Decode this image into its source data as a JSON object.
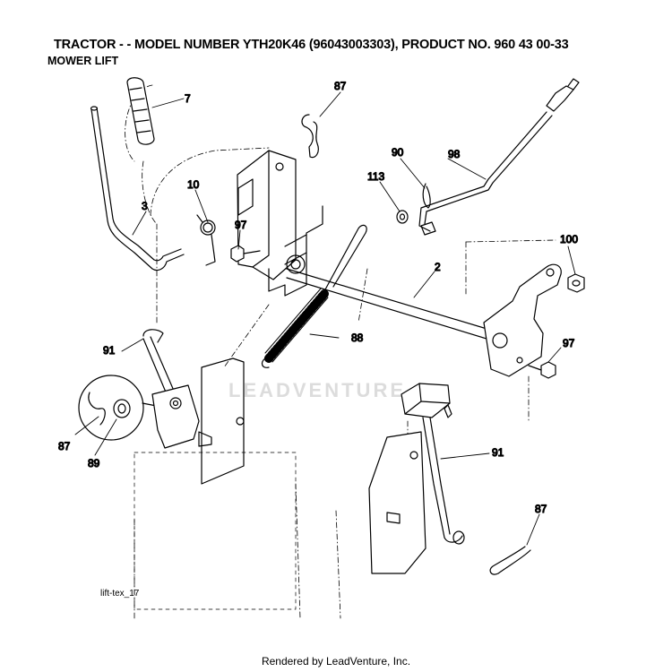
{
  "header": {
    "title": "TRACTOR - - MODEL NUMBER YTH20K46 (96043003303), PRODUCT NO. 960 43 00-33",
    "subtitle": "MOWER LIFT"
  },
  "watermark": "LEADVENTURE",
  "drawing_id": "lift-tex_17",
  "footer": "Rendered by LeadVenture, Inc.",
  "callouts": [
    {
      "id": "c-7",
      "label": "7"
    },
    {
      "id": "c-87a",
      "label": "87"
    },
    {
      "id": "c-10",
      "label": "10"
    },
    {
      "id": "c-3",
      "label": "3"
    },
    {
      "id": "c-97a",
      "label": "97"
    },
    {
      "id": "c-90",
      "label": "90"
    },
    {
      "id": "c-98",
      "label": "98"
    },
    {
      "id": "c-113",
      "label": "113"
    },
    {
      "id": "c-100",
      "label": "100"
    },
    {
      "id": "c-2",
      "label": "2"
    },
    {
      "id": "c-91a",
      "label": "91"
    },
    {
      "id": "c-88",
      "label": "88"
    },
    {
      "id": "c-97b",
      "label": "97"
    },
    {
      "id": "c-87b",
      "label": "87"
    },
    {
      "id": "c-89",
      "label": "89"
    },
    {
      "id": "c-91b",
      "label": "91"
    },
    {
      "id": "c-87c",
      "label": "87"
    }
  ]
}
